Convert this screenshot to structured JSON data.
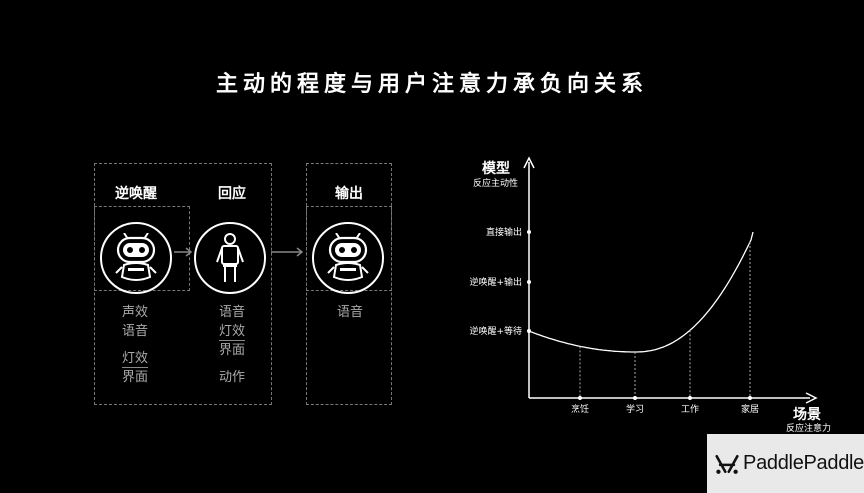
{
  "title": "主动的程度与用户注意力承负向关系",
  "left": {
    "columns": [
      {
        "heading": "逆唤醒",
        "features": [
          "声效",
          "语音",
          "灯效",
          "界面"
        ],
        "underlined": [
          "灯效"
        ]
      },
      {
        "heading": "回应",
        "features": [
          "语音",
          "灯效",
          "界面",
          "动作"
        ],
        "underlined": [
          "灯效"
        ]
      },
      {
        "heading": "输出",
        "features": [
          "语音"
        ],
        "underlined": []
      }
    ]
  },
  "chart_data": {
    "type": "line",
    "ylabel": "模型",
    "ysublabel": "反应主动性",
    "xlabel": "场景",
    "xsublabel": "反应注意力",
    "y_levels": [
      "逆唤醒+等待",
      "逆唤醒+输出",
      "直接输出"
    ],
    "categories": [
      "烹饪",
      "学习",
      "工作",
      "家居"
    ],
    "curve": "U-shaped: starts at 逆唤醒+等待 level, dips to a minimum near 学习, rises steeply past 直接输出 at 家居",
    "grid": false
  },
  "logo": {
    "text": "PaddlePaddle"
  }
}
